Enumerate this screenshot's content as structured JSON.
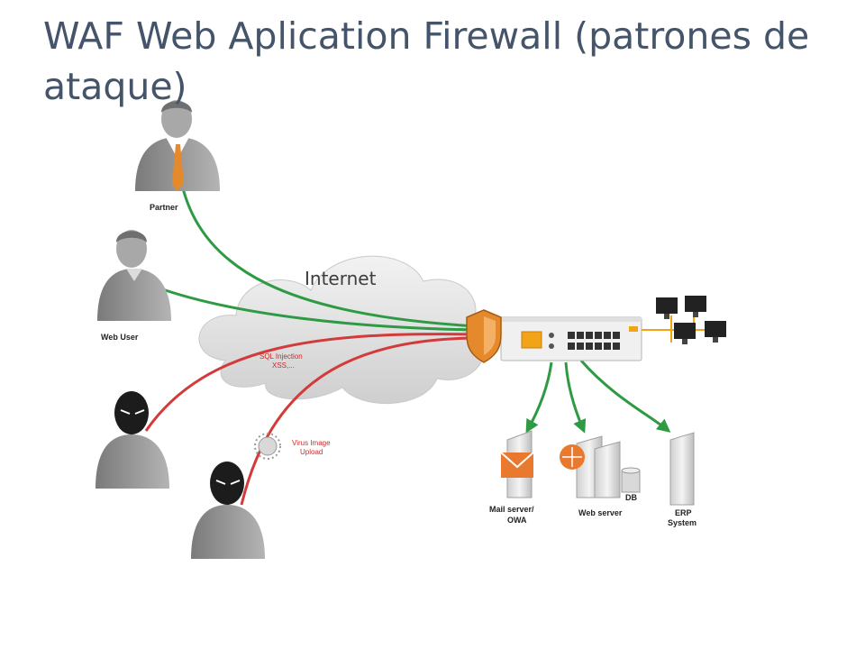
{
  "title": "WAF Web Aplication Firewall (patrones de ataque)",
  "colors": {
    "title": "#44546a",
    "legit_line": "#2e9a43",
    "attack_line": "#d33a3a",
    "shield": "#e58a2c",
    "appliance_panel": "#f2a318"
  },
  "actors": {
    "partner": "Partner",
    "web_user": "Web User",
    "attacker_1": "",
    "attacker_2": ""
  },
  "cloud_label": "Internet",
  "attacks": {
    "sql_line1": "SQL Injection",
    "sql_line2": "XSS,...",
    "virus_line1": "Virus Image",
    "virus_line2": "Upload"
  },
  "servers": {
    "mail_line1": "Mail server/",
    "mail_line2": "OWA",
    "web": "Web server",
    "db": "DB",
    "erp_line1": "ERP",
    "erp_line2": "System"
  },
  "icons": [
    "person-icon",
    "hooded-attacker-icon",
    "cloud-icon",
    "shield-icon",
    "waf-appliance-icon",
    "monitor-icon",
    "mail-server-icon",
    "web-server-icon",
    "database-icon",
    "erp-server-icon",
    "virus-icon"
  ]
}
